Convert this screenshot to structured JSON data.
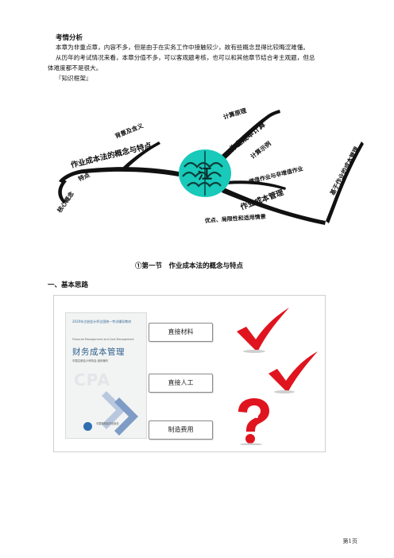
{
  "analysis": {
    "heading": "考情分析",
    "para1": "本章为非重点章，内容不多，但是由于在实务工作中接触较少，故有些概念显得比较晦涩难懂。",
    "para2_line1": "从历年的考试情况来看，本章分值不多，可以客观题考核，也可以和其他章节结合考主观题，但总",
    "para2_line2": "体难度都不是很大。"
  },
  "framework_label": "『知识框架』",
  "mindmap": {
    "center": "江",
    "left_main": "作业成本法的概念与特点",
    "left_sub1": "背景及含义",
    "left_sub2": "特点",
    "left_sub3": "核心概念",
    "right_main1": "作业成本计算",
    "right_sub1": "计算原理",
    "right_sub2": "计算示例",
    "right_main2": "作业成本管理",
    "right_sub3": "增值作业与非增值作业",
    "right_sub4": "基于作业的成本管理",
    "right_sub5": "优点、局限性和适用情景"
  },
  "section_title": "①第一节　作业成本法的概念与特点",
  "subsection_title": "一、基本思路",
  "figure": {
    "book": {
      "top_line": "2020年注册会计师全国统一考试辅导教材",
      "english_title": "Financial Management and Cost Management",
      "title": "财务成本管理",
      "subtitle": "中国注册会计师协会 组织编写",
      "cpa": "CPA",
      "publisher": "中国财政经济出版社"
    },
    "items": [
      "直接材料",
      "直接人工",
      "制造费用"
    ],
    "marks": [
      "check-icon",
      "check-icon",
      "question-icon"
    ]
  },
  "page_number": "第1页",
  "colors": {
    "check": "#e0141e",
    "brain": "#19c9b9",
    "map_line": "#111111"
  }
}
